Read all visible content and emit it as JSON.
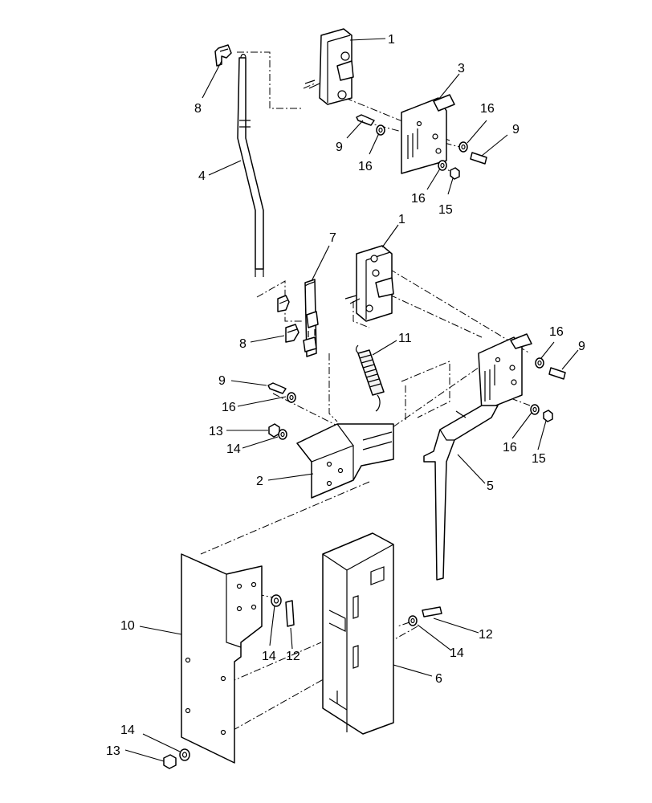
{
  "callouts": [
    {
      "id": "c1a",
      "text": "1"
    },
    {
      "id": "c1b",
      "text": "1"
    },
    {
      "id": "c2",
      "text": "2"
    },
    {
      "id": "c3",
      "text": "3"
    },
    {
      "id": "c4",
      "text": "4"
    },
    {
      "id": "c5",
      "text": "5"
    },
    {
      "id": "c6",
      "text": "6"
    },
    {
      "id": "c7",
      "text": "7"
    },
    {
      "id": "c8a",
      "text": "8"
    },
    {
      "id": "c8b",
      "text": "8"
    },
    {
      "id": "c9a",
      "text": "9"
    },
    {
      "id": "c9b",
      "text": "9"
    },
    {
      "id": "c9c",
      "text": "9"
    },
    {
      "id": "c9d",
      "text": "9"
    },
    {
      "id": "c10",
      "text": "10"
    },
    {
      "id": "c11",
      "text": "11"
    },
    {
      "id": "c12a",
      "text": "12"
    },
    {
      "id": "c12b",
      "text": "12"
    },
    {
      "id": "c13a",
      "text": "13"
    },
    {
      "id": "c13b",
      "text": "13"
    },
    {
      "id": "c14a",
      "text": "14"
    },
    {
      "id": "c14b",
      "text": "14"
    },
    {
      "id": "c14c",
      "text": "14"
    },
    {
      "id": "c14d",
      "text": "14"
    },
    {
      "id": "c15a",
      "text": "15"
    },
    {
      "id": "c15b",
      "text": "15"
    },
    {
      "id": "c16a",
      "text": "16"
    },
    {
      "id": "c16b",
      "text": "16"
    },
    {
      "id": "c16c",
      "text": "16"
    },
    {
      "id": "c16d",
      "text": "16"
    },
    {
      "id": "c16e",
      "text": "16"
    },
    {
      "id": "c16f",
      "text": "16"
    }
  ]
}
